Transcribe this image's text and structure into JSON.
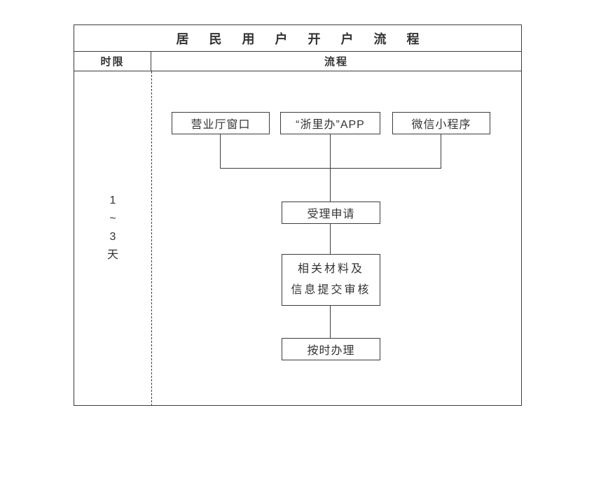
{
  "diagram": {
    "title": "居 民 用 户 开 户 流 程",
    "header": {
      "left": "时限",
      "right": "流程"
    },
    "time_limit": [
      "1",
      "~",
      "3",
      "天"
    ],
    "channels": [
      "营业厅窗口",
      "“浙里办”APP",
      "微信小程序"
    ],
    "steps": {
      "accept": "受理申请",
      "review_line1": "相关材料及",
      "review_line2": "信息提交审核",
      "handle": "按时办理"
    },
    "colors": {
      "border": "#3c3c3c",
      "text": "#333333",
      "background": "#ffffff"
    }
  }
}
